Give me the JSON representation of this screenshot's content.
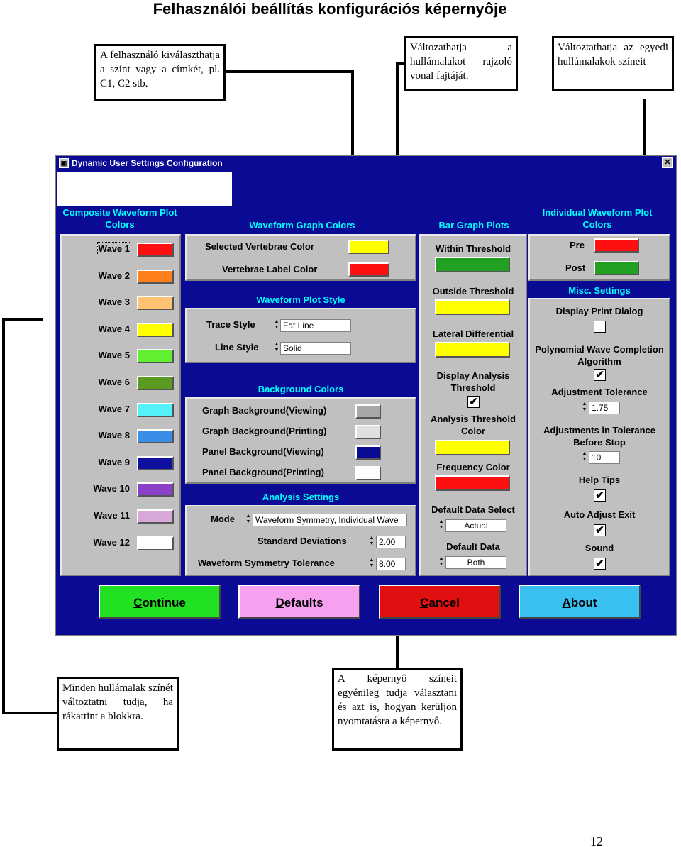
{
  "page": {
    "title": "Felhasználói beállítás konfigurációs képernyôje",
    "page_number": "12"
  },
  "notes": {
    "label_color": "A felhasználó kiválaszthatja a színt vagy a címkét, pl. C1, C2 stb.",
    "line_style": "Változathatja a hullámalakot rajzoló vonal fajtáját.",
    "individual_colors": "Változtathatja az egyedi hullámalakok színeit",
    "wave_colors": "Minden hullámalak színét változtatni tudja, ha rákattint a blokkra.",
    "screen_colors": "A képernyô színeit egyénileg tudja választani és azt is, hogyan kerüljön nyomtatásra a képernyô."
  },
  "window": {
    "title": "Dynamic User Settings Configuration",
    "close": "✕",
    "icon": "app-icon"
  },
  "composite": {
    "header": "Composite Waveform Plot Colors",
    "waves": [
      {
        "label": "Wave 1",
        "color": "#ff1010"
      },
      {
        "label": "Wave 2",
        "color": "#ff7f1a"
      },
      {
        "label": "Wave 3",
        "color": "#ffc273"
      },
      {
        "label": "Wave 4",
        "color": "#ffff00"
      },
      {
        "label": "Wave 5",
        "color": "#60f030"
      },
      {
        "label": "Wave 6",
        "color": "#5a9a20"
      },
      {
        "label": "Wave 7",
        "color": "#55f0f8"
      },
      {
        "label": "Wave 8",
        "color": "#3a8ee8"
      },
      {
        "label": "Wave 9",
        "color": "#1010a0"
      },
      {
        "label": "Wave 10",
        "color": "#8a40c8"
      },
      {
        "label": "Wave 11",
        "color": "#d8a8d8"
      },
      {
        "label": "Wave 12",
        "color": "#ffffff"
      }
    ]
  },
  "graph_colors": {
    "header": "Waveform Graph Colors",
    "selected_vertebrae": {
      "label": "Selected Vertebrae Color",
      "color": "#ffff00"
    },
    "vertebrae_label": {
      "label": "Vertebrae Label Color",
      "color": "#ff1010"
    }
  },
  "plot_style": {
    "header": "Waveform Plot Style",
    "trace": {
      "label": "Trace Style",
      "value": "Fat Line"
    },
    "line": {
      "label": "Line Style",
      "value": "Solid"
    }
  },
  "background": {
    "header": "Background Colors",
    "items": [
      {
        "label": "Graph Background(Viewing)",
        "color": "#a8a8a8"
      },
      {
        "label": "Graph Background(Printing)",
        "color": "#e0e0e0"
      },
      {
        "label": "Panel Background(Viewing)",
        "color": "#0a0a94"
      },
      {
        "label": "Panel Background(Printing)",
        "color": "#ffffff"
      }
    ]
  },
  "analysis": {
    "header": "Analysis Settings",
    "mode": {
      "label": "Mode",
      "value": "Waveform Symmetry, Individual Wave"
    },
    "std_dev": {
      "label": "Standard Deviations",
      "value": "2.00"
    },
    "tolerance": {
      "label": "Waveform Symmetry Tolerance",
      "value": "8.00"
    }
  },
  "bar_graph": {
    "header": "Bar Graph Plots",
    "within": {
      "label": "Within Threshold",
      "color": "#22a022"
    },
    "outside": {
      "label": "Outside Threshold",
      "color": "#ffff00"
    },
    "lateral": {
      "label": "Lateral Differential",
      "color": "#ffff00"
    },
    "display_threshold": {
      "label": "Display Analysis Threshold",
      "checked": "✔"
    },
    "threshold_color": {
      "label": "Analysis Threshold Color",
      "color": "#ffff00"
    },
    "frequency": {
      "label": "Frequency Color",
      "color": "#ff1010"
    },
    "default_select": {
      "label": "Default Data Select",
      "value": "Actual"
    },
    "default_data": {
      "label": "Default Data",
      "value": "Both"
    }
  },
  "individual": {
    "header": "Individual Waveform Plot Colors",
    "pre": {
      "label": "Pre",
      "color": "#ff1010"
    },
    "post": {
      "label": "Post",
      "color": "#22a022"
    }
  },
  "misc": {
    "header": "Misc. Settings",
    "print_dialog": {
      "label": "Display Print Dialog",
      "checked": ""
    },
    "polynomial": {
      "label": "Polynomial Wave Completion Algorithm",
      "checked": "✔"
    },
    "adj_tolerance": {
      "label": "Adjustment Tolerance",
      "value": "1.75"
    },
    "adj_before_stop": {
      "label": "Adjustments in Tolerance Before Stop",
      "value": "10"
    },
    "help_tips": {
      "label": "Help Tips",
      "checked": "✔"
    },
    "auto_adjust": {
      "label": "Auto Adjust Exit",
      "checked": "✔"
    },
    "sound": {
      "label": "Sound",
      "checked": "✔"
    }
  },
  "buttons": {
    "continue": {
      "first": "C",
      "rest": "ontinue",
      "color": "#22e022"
    },
    "defaults": {
      "first": "D",
      "rest": "efaults",
      "color": "#f8a0f0"
    },
    "cancel": {
      "first": "C",
      "rest": "ancel",
      "color": "#e01010"
    },
    "about": {
      "first": "A",
      "rest": "bout",
      "color": "#38c0f0"
    }
  }
}
